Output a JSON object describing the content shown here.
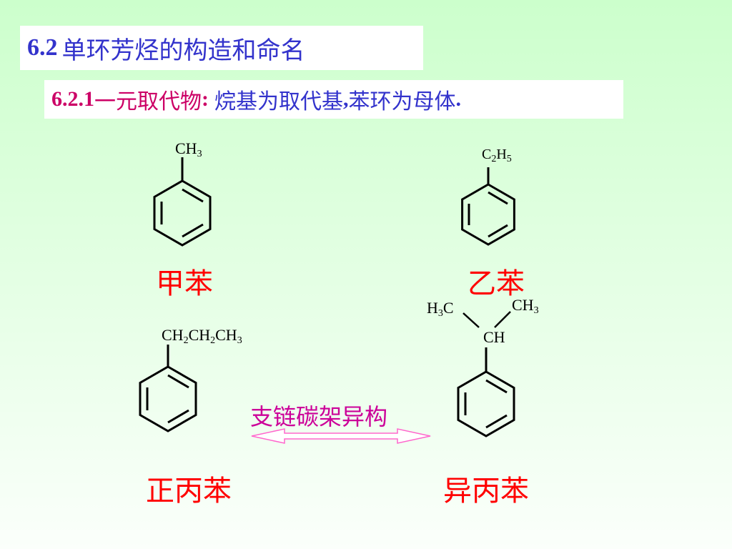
{
  "title": {
    "number": "6.2",
    "text": "单环芳烃的构造和命名"
  },
  "subtitle": {
    "number": "6.2.1",
    "heading": "一元取代物",
    "colon": ":",
    "desc_a": "烷基为取代基",
    "comma": ",",
    "desc_b": "苯环为母体",
    "period": "."
  },
  "compounds": {
    "toluene": {
      "formula_main": "CH",
      "formula_sub": "3",
      "name": "甲苯"
    },
    "ethylbenzene": {
      "f1": "C",
      "s1": "2",
      "f2": "H",
      "s2": "5",
      "name": "乙苯"
    },
    "propylbenzene": {
      "f1": "CH",
      "s1": "2",
      "f2": "CH",
      "s2": "2",
      "f3": "CH",
      "s3": "3",
      "name": "正丙苯"
    },
    "cumene": {
      "left_h": "H",
      "left_sub": "3",
      "left_c": "C",
      "right_main": "CH",
      "right_sub": "3",
      "center": "CH",
      "name": "异丙苯"
    }
  },
  "isomer_label": "支链碳架异构",
  "colors": {
    "title": "#3333cc",
    "heading": "#cc0066",
    "name": "#ff0000",
    "isomer": "#cc0099",
    "arrow": "#ff66cc"
  }
}
